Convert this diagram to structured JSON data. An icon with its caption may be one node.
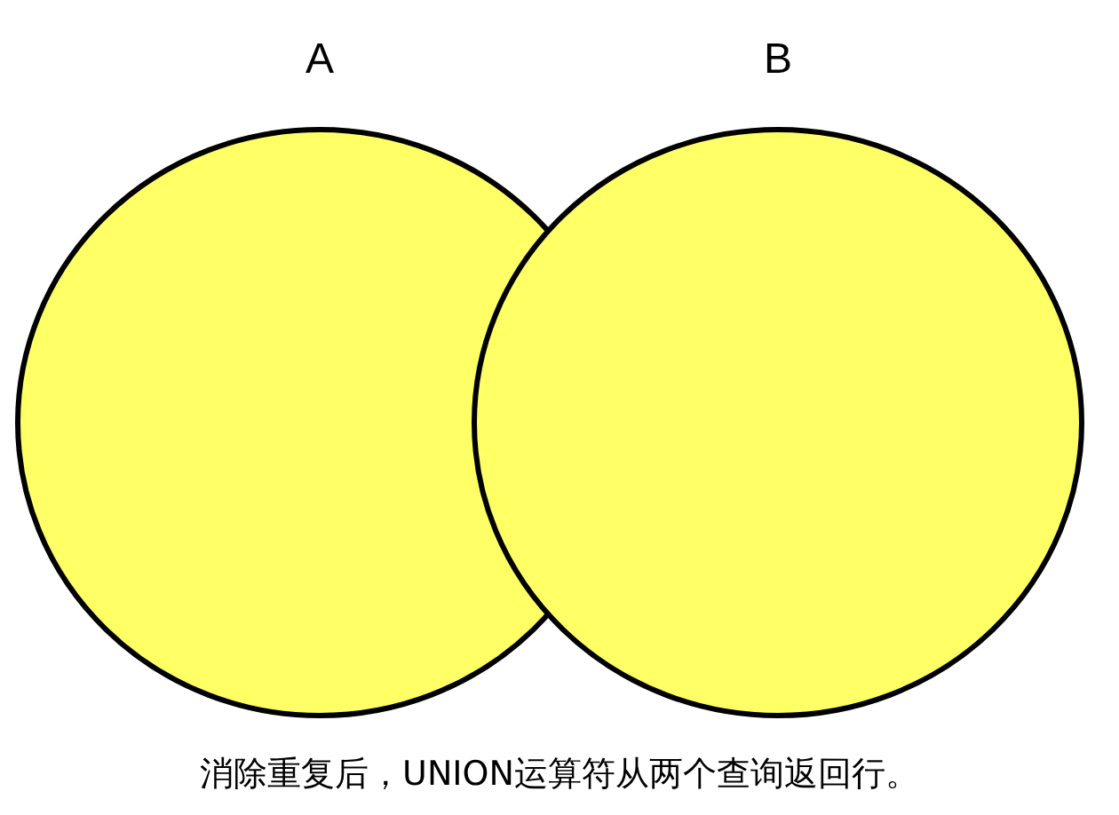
{
  "diagram": {
    "caption": "消除重复后，UNION运算符从两个查询返回行。",
    "nodes": [
      {
        "text": [
          "A"
        ]
      },
      {
        "text": [
          "B"
        ]
      }
    ]
  }
}
